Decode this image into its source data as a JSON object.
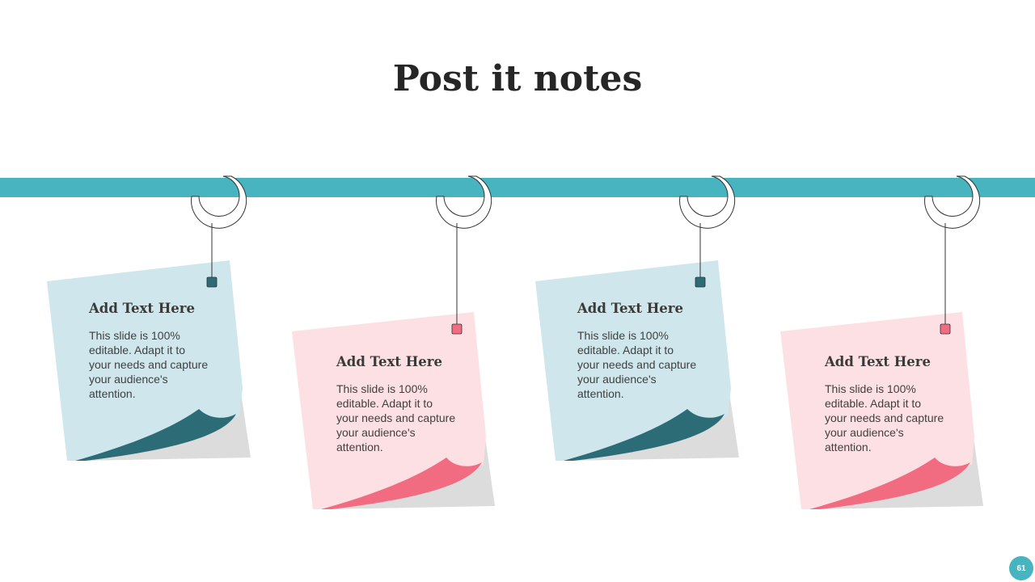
{
  "slide": {
    "title": "Post it notes",
    "page_number": "61"
  },
  "colors": {
    "rail": "#48b4bf",
    "blue_note": "#cfe7ec",
    "blue_fold": "#2c6c76",
    "pink_note": "#fde0e3",
    "pink_fold": "#f16b81",
    "shadow": "#dcdcdc"
  },
  "notes": [
    {
      "heading": "Add Text Here",
      "body": "This slide is 100% editable. Adapt it to your needs and capture your audience's attention.",
      "color": "blue"
    },
    {
      "heading": "Add Text Here",
      "body": "This slide is 100% editable. Adapt it to your needs and capture your audience's attention.",
      "color": "pink"
    },
    {
      "heading": "Add Text Here",
      "body": "This slide is 100% editable. Adapt it to your needs and capture your audience's attention.",
      "color": "blue"
    },
    {
      "heading": "Add Text Here",
      "body": "This slide is 100% editable. Adapt it to your needs and capture your audience's attention.",
      "color": "pink"
    }
  ]
}
